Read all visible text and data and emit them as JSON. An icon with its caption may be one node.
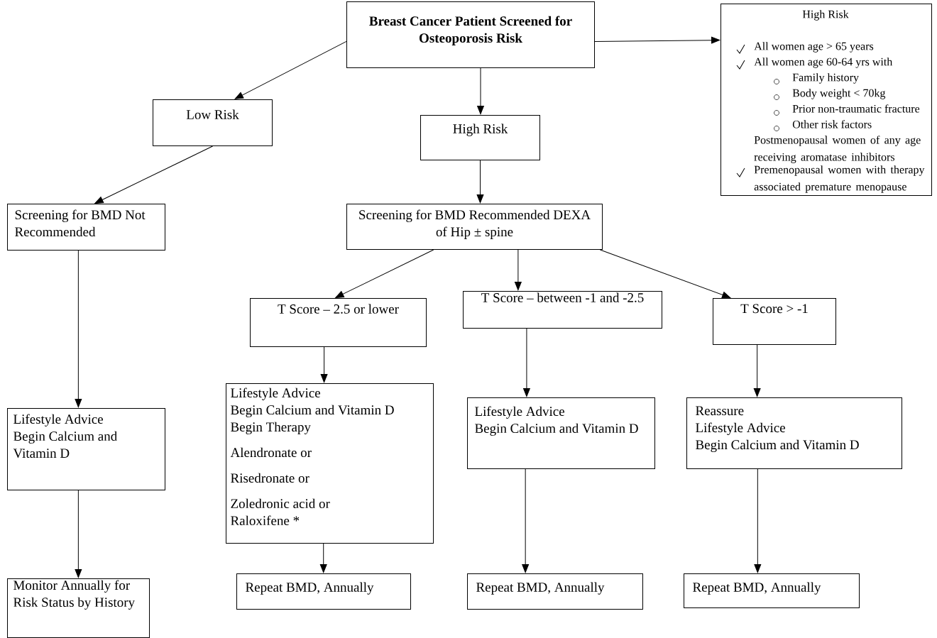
{
  "diagram": {
    "nodes": [
      {
        "text": [
          "Breast Cancer Patient Screened for Osteoporosis Risk"
        ]
      },
      {
        "text": [
          "High Risk",
          "All  women age > 65 years",
          "All  women age 60-64 yrs with",
          "Family history",
          "Body weight < 70kg",
          "Prior non-traumatic fracture",
          "Other risk factors",
          "Postmenopausal women of any age receiving aromatase inhibitors",
          "Premenopausal women with therapy associated premature menopause"
        ]
      },
      {
        "text": [
          "Low Risk"
        ]
      },
      {
        "text": [
          "High Risk"
        ]
      },
      {
        "text": [
          "Screening for BMD Not Recommended"
        ]
      },
      {
        "text": [
          "Screening for BMD Recommended DEXA of Hip ± spine"
        ]
      },
      {
        "text": [
          "T Score – 2.5 or lower"
        ]
      },
      {
        "text": [
          "T Score – between -1 and -2.5"
        ]
      },
      {
        "text": [
          "T Score > -1"
        ]
      },
      {
        "text": [
          "Lifestyle Advice",
          "Begin Calcium and Vitamin D"
        ]
      },
      {
        "text": [
          "Lifestyle Advice",
          "Begin Calcium and Vitamin D",
          "Begin Therapy",
          "Alendronate or",
          "Risedronate or",
          "Zoledronic acid or",
          "Raloxifene *"
        ]
      },
      {
        "text": [
          "Lifestyle Advice",
          "Begin Calcium and Vitamin D"
        ]
      },
      {
        "text": [
          "Reassure",
          "Lifestyle Advice",
          "Begin Calcium and Vitamin D"
        ]
      },
      {
        "text": [
          "Monitor Annually for  Risk Status by History"
        ]
      },
      {
        "text": [
          "Repeat BMD, Annually"
        ]
      },
      {
        "text": [
          "Repeat BMD, Annually"
        ]
      },
      {
        "text": [
          "Repeat BMD, Annually"
        ]
      }
    ],
    "edges": [
      {
        "from": 0,
        "to": 2,
        "arrow": "to"
      },
      {
        "from": 0,
        "to": 3,
        "arrow": "to"
      },
      {
        "from": 0,
        "to": 1,
        "arrow": "to"
      },
      {
        "from": 2,
        "to": 4,
        "arrow": "to"
      },
      {
        "from": 3,
        "to": 5,
        "arrow": "to"
      },
      {
        "from": 4,
        "to": 9,
        "arrow": "to"
      },
      {
        "from": 5,
        "to": 6,
        "arrow": "to"
      },
      {
        "from": 5,
        "to": 7,
        "arrow": "to"
      },
      {
        "from": 5,
        "to": 8,
        "arrow": "to"
      },
      {
        "from": 6,
        "to": 10,
        "arrow": "to"
      },
      {
        "from": 7,
        "to": 11,
        "arrow": "to"
      },
      {
        "from": 8,
        "to": 12,
        "arrow": "to"
      },
      {
        "from": 9,
        "to": 13,
        "arrow": "to"
      },
      {
        "from": 10,
        "to": 14,
        "arrow": "to"
      },
      {
        "from": 11,
        "to": 15,
        "arrow": "to"
      },
      {
        "from": 12,
        "to": 16,
        "arrow": "to"
      }
    ]
  }
}
